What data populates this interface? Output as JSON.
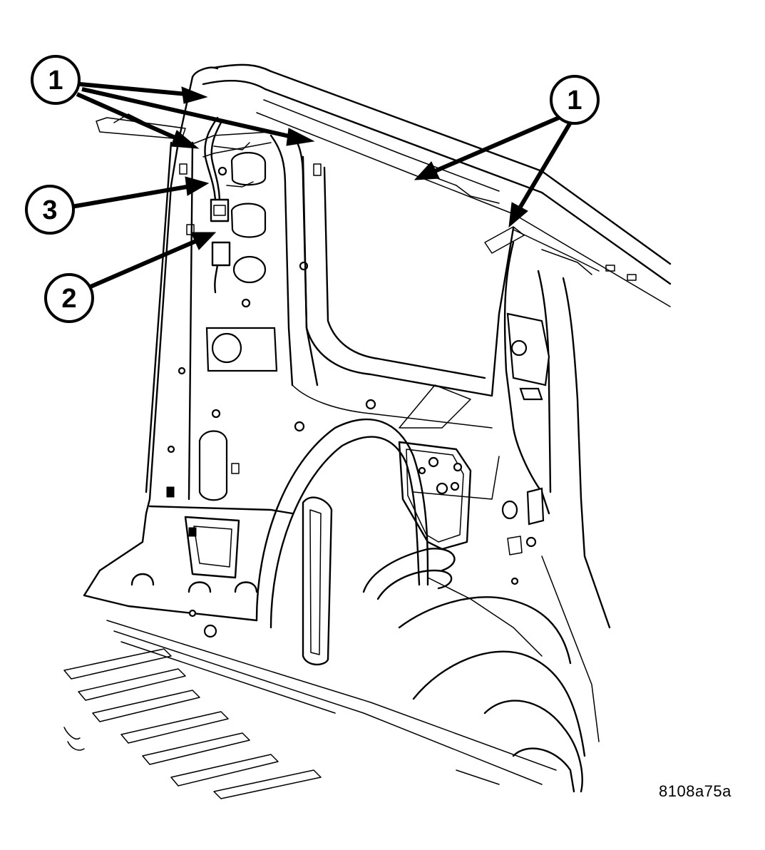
{
  "diagram": {
    "figure_code": "8108a75a",
    "callouts": [
      {
        "label": "1"
      },
      {
        "label": "1"
      },
      {
        "label": "3"
      },
      {
        "label": "2"
      }
    ]
  },
  "colors": {
    "line": "#000000",
    "background": "#ffffff"
  }
}
